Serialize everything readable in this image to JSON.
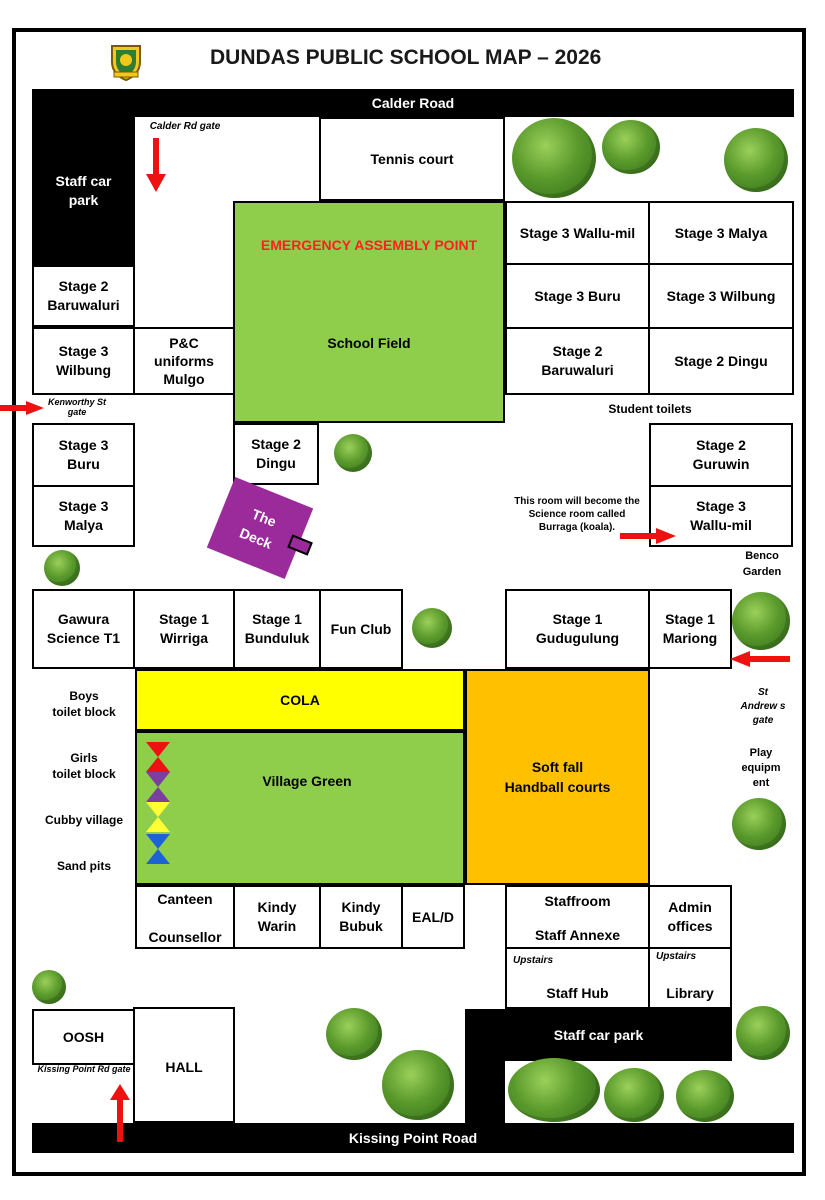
{
  "title": "DUNDAS PUBLIC SCHOOL MAP – 2026",
  "icons": {
    "logo": "school-crest-icon",
    "tree": "tree-icon",
    "arrow": "red-arrow-icon",
    "flag": "flag-icon"
  },
  "colors": {
    "field": "#8fce4b",
    "cola": "#ffff00",
    "softfall": "#ffc000",
    "deck": "#9b2a9b",
    "assembly_text": "#ff2020",
    "arrow": "#ee1111",
    "road": "#000000"
  },
  "roads": {
    "calder": "Calder Road",
    "kissing": "Kissing Point Road"
  },
  "gates": {
    "calder": "Calder Rd gate",
    "kenworthy": "Kenworthy St gate",
    "st_andrews": "St Andrew s gate",
    "kissing": "Kissing Point Rd gate"
  },
  "areas": {
    "staff_car_park_top": "Staff car park",
    "staff_car_park_bottom": "Staff car park",
    "tennis_court": "Tennis court",
    "assembly_point": "EMERGENCY ASSEMBLY POINT",
    "school_field": "School Field",
    "cola": "COLA",
    "village_green": "Village Green",
    "softfall": "Soft fall\nHandball courts",
    "deck": "The Deck",
    "hall": "HALL",
    "oosh": "OOSH",
    "student_toilets": "Student toilets",
    "benco_garden": "Benco Garden",
    "boys_toilets": "Boys\ntoilet block",
    "girls_toilets": "Girls\ntoilet block",
    "cubby_village": "Cubby village",
    "sand_pits": "Sand pits",
    "play_equipment": "Play equipm ent",
    "science_note": "This room will become the Science room called Burraga (koala)."
  },
  "rooms": {
    "s3_wallumil_top": "Stage 3 Wallu-mil",
    "s3_malya_top": "Stage 3 Malya",
    "s3_buru_top": "Stage 3 Buru",
    "s3_wilbung_top": "Stage 3 Wilbung",
    "s2_baruwaluri_right": "Stage 2\nBaruwaluri",
    "s2_dingu_right": "Stage 2 Dingu",
    "s2_baruwaluri_left": "Stage 2\nBaruwaluri",
    "s3_wilbung_left": "Stage 3\nWilbung",
    "pc_uniforms": "P&C\nuniforms\nMulgo",
    "s3_buru_left": "Stage 3\nBuru",
    "s3_malya_left": "Stage 3\nMalya",
    "s2_dingu_mid": "Stage 2\nDingu",
    "s2_guruwin": "Stage 2\nGuruwin",
    "s3_wallumil_right": "Stage 3\nWallu-mil",
    "gawura": "Gawura\nScience T1",
    "s1_wirriga": "Stage 1\nWirriga",
    "s1_bunduluk": "Stage 1\nBunduluk",
    "fun_club": "Fun Club",
    "s1_gudugulung": "Stage 1\nGudugulung",
    "s1_mariong": "Stage 1\nMariong",
    "canteen": "Canteen",
    "counsellor": "Counsellor",
    "kindy_warin": "Kindy\nWarin",
    "kindy_bubuk": "Kindy\nBubuk",
    "eald": "EAL/D",
    "staffroom": "Staffroom",
    "staff_annexe": "Staff Annexe",
    "admin_offices": "Admin\noffices",
    "upstairs_1": "Upstairs",
    "staff_hub": "Staff Hub",
    "upstairs_2": "Upstairs",
    "library": "Library"
  }
}
